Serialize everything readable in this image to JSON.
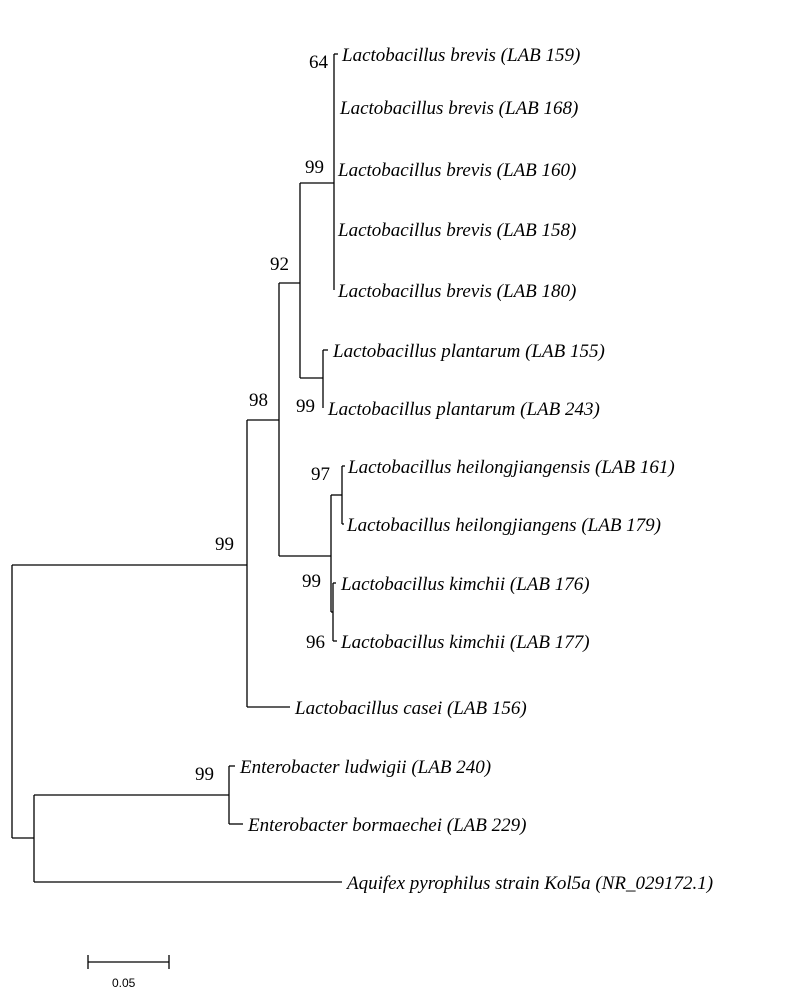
{
  "taxa": [
    "Lactobacillus brevis (LAB 159)",
    "Lactobacillus brevis (LAB 168)",
    "Lactobacillus brevis (LAB 160)",
    "Lactobacillus brevis (LAB 158)",
    "Lactobacillus brevis (LAB 180)",
    "Lactobacillus plantarum (LAB 155)",
    "Lactobacillus plantarum (LAB 243)",
    "Lactobacillus heilongjiangensis (LAB 161)",
    "Lactobacillus heilongjiangens (LAB 179)",
    "Lactobacillus kimchii (LAB 176)",
    "Lactobacillus kimchii (LAB 177)",
    "Lactobacillus casei (LAB 156)",
    "Enterobacter ludwigii (LAB 240)",
    "Enterobacter bormaechei (LAB 229)",
    "Aquifex pyrophilus strain Kol5a (NR_029172.1)"
  ],
  "bootstrap": {
    "brevis_lab159": "64",
    "brevis_clade": "99",
    "brevis_plantarum_clade": "92",
    "plantarum_lab243": "99",
    "heilongjiangensis_clade": "97",
    "kimchii_lab176": "99",
    "kimchii_lab177": "96",
    "lactobacillus_core": "98",
    "lactobacillus_all": "99",
    "enterobacter_clade": "99"
  },
  "scale_bar": {
    "label": "0.05"
  }
}
